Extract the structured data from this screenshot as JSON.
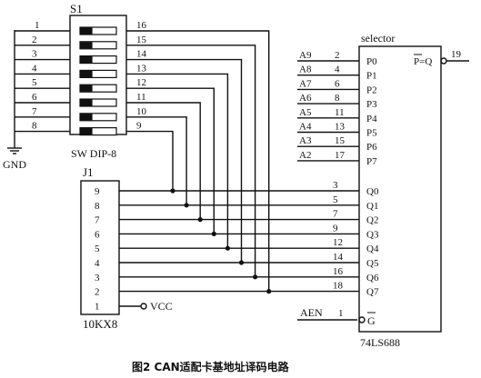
{
  "labels": {
    "s1": "S1",
    "switch": "SW DIP-8",
    "gnd": "GND",
    "j1": "J1",
    "connector": "10KX8",
    "vcc": "VCC",
    "selector_title": "selector",
    "chip": "74LS688",
    "aen": "AEN",
    "aen_pin": "1",
    "g": "G",
    "pq": "P=Q",
    "pq_pin": "19"
  },
  "caption": "图2  CAN适配卡基地址译码电路",
  "switch_left_pins": [
    "1",
    "2",
    "3",
    "4",
    "5",
    "6",
    "7",
    "8"
  ],
  "switch_right_pins": [
    "16",
    "15",
    "14",
    "13",
    "12",
    "11",
    "10",
    "9"
  ],
  "j1_pins": [
    "9",
    "8",
    "7",
    "6",
    "5",
    "4",
    "3",
    "2",
    "1"
  ],
  "p_inputs": [
    {
      "addr": "A9",
      "pin": "2",
      "port": "P0"
    },
    {
      "addr": "A8",
      "pin": "4",
      "port": "P1"
    },
    {
      "addr": "A7",
      "pin": "6",
      "port": "P2"
    },
    {
      "addr": "A6",
      "pin": "8",
      "port": "P3"
    },
    {
      "addr": "A5",
      "pin": "11",
      "port": "P4"
    },
    {
      "addr": "A4",
      "pin": "13",
      "port": "P5"
    },
    {
      "addr": "A3",
      "pin": "15",
      "port": "P6"
    },
    {
      "addr": "A2",
      "pin": "17",
      "port": "P7"
    }
  ],
  "q_inputs": [
    {
      "pin": "3",
      "port": "Q0"
    },
    {
      "pin": "5",
      "port": "Q1"
    },
    {
      "pin": "7",
      "port": "Q2"
    },
    {
      "pin": "9",
      "port": "Q3"
    },
    {
      "pin": "12",
      "port": "Q4"
    },
    {
      "pin": "14",
      "port": "Q5"
    },
    {
      "pin": "16",
      "port": "Q6"
    },
    {
      "pin": "18",
      "port": "Q7"
    }
  ]
}
